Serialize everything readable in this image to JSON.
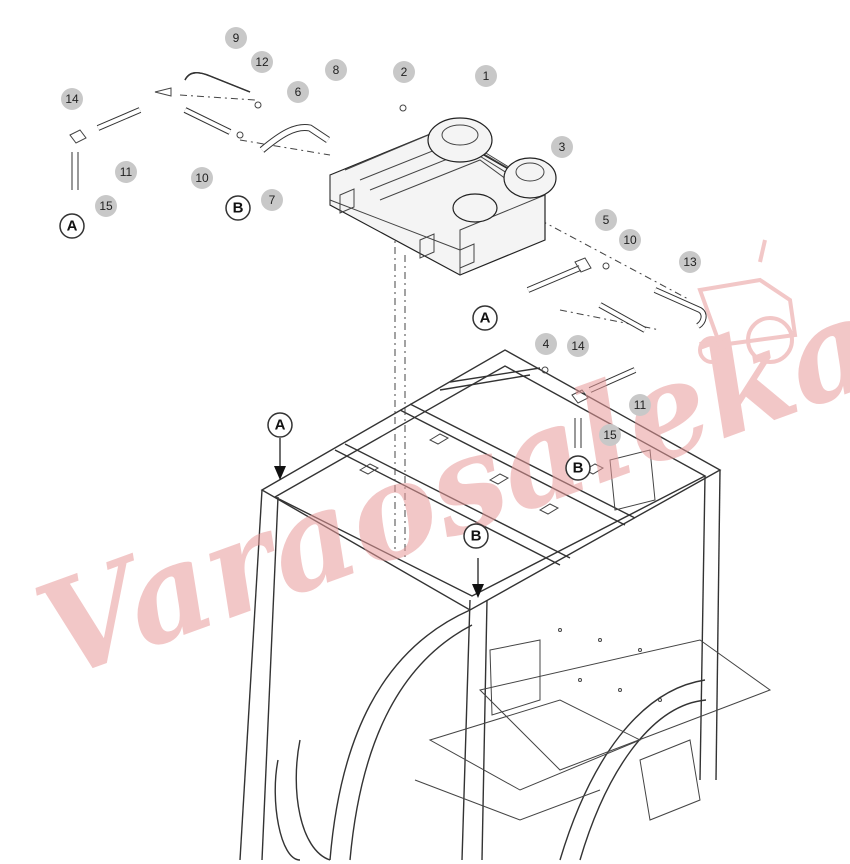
{
  "watermark": {
    "text": "Varaosaleka",
    "color": "#e89a9a"
  },
  "callouts": [
    "1",
    "2",
    "3",
    "4",
    "5",
    "6",
    "7",
    "8",
    "9",
    "10",
    "10",
    "11",
    "11",
    "12",
    "13",
    "14",
    "14",
    "15",
    "15"
  ],
  "letters": [
    "A",
    "A",
    "A",
    "B",
    "B",
    "B"
  ],
  "colors": {
    "callout_fill": "#c8c8c8",
    "line": "#333333",
    "letter_ring": "#333333"
  }
}
